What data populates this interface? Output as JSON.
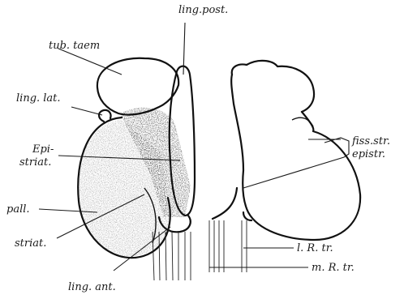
{
  "figure": {
    "labels": {
      "ling_post": "ling.post.",
      "tub_taem": "tub. taem",
      "ling_lat": "ling. lat.",
      "epi_1": "Epi-",
      "epi_2": "striat.",
      "pall": "pall.",
      "striat": "striat.",
      "ling_ant": "ling. ant.",
      "fiss_1": "fiss.str.",
      "fiss_2": "epistr.",
      "lrtr": "l. R. tr.",
      "mrtr": "m. R. tr."
    }
  }
}
